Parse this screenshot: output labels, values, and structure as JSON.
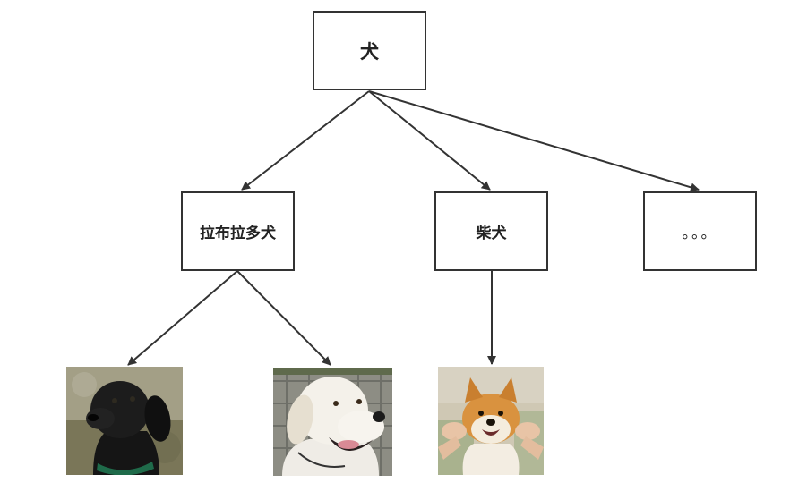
{
  "nodes": {
    "root": "犬",
    "labrador": "拉布拉多犬",
    "shiba": "柴犬",
    "more": "。。。"
  },
  "images": [
    {
      "name": "black-labrador-photo"
    },
    {
      "name": "yellow-labrador-photo"
    },
    {
      "name": "shiba-inu-photo"
    }
  ],
  "colors": {
    "line": "#333333",
    "box_border": "#333333",
    "text": "#222222"
  }
}
